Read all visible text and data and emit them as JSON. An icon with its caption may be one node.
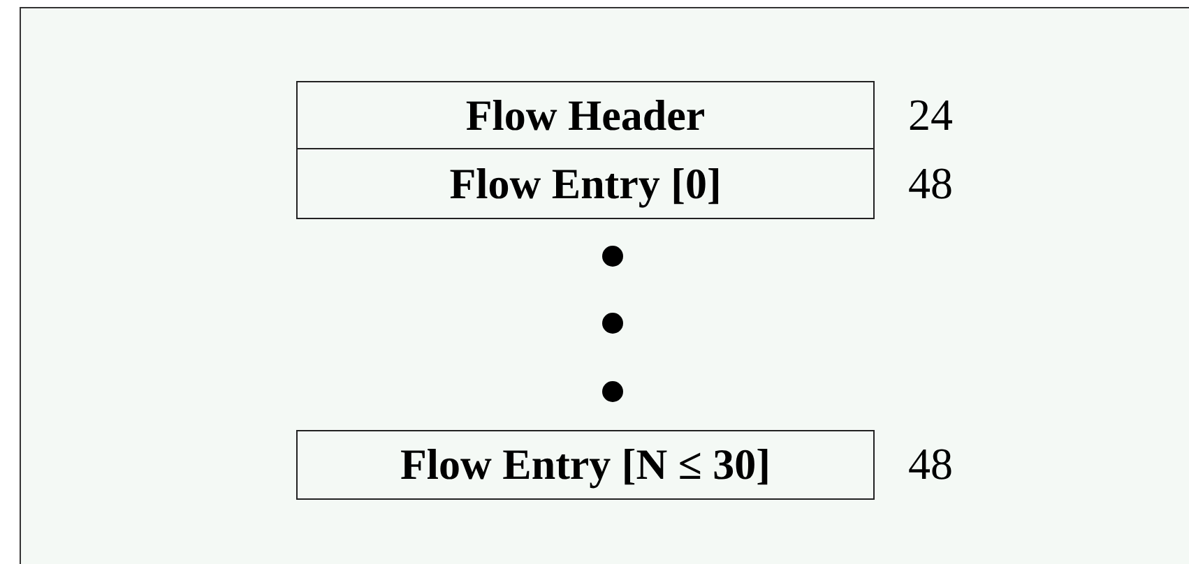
{
  "diagram": {
    "nodes": [
      {
        "text": [
          "Flow Header"
        ],
        "beside": [
          "24"
        ]
      },
      {
        "text": [
          "Flow Entry [0]"
        ],
        "beside": [
          "48"
        ]
      },
      {
        "text": [
          "Flow Entry [N ≤ 30]"
        ],
        "beside": [
          "48"
        ]
      }
    ]
  }
}
